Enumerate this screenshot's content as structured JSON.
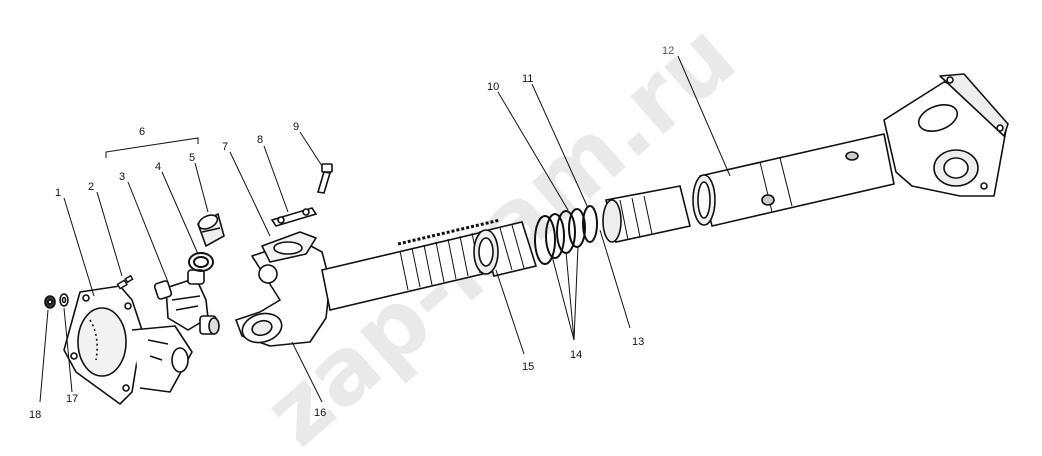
{
  "watermark": "zap-kam.ru",
  "callouts": {
    "c1": "1",
    "c2": "2",
    "c3": "3",
    "c4": "4",
    "c5": "5",
    "c6": "6",
    "c7": "7",
    "c8": "8",
    "c9": "9",
    "c10": "10",
    "c11": "11",
    "c12": "12",
    "c13": "13",
    "c14": "14",
    "c15": "15",
    "c16": "16",
    "c17": "17",
    "c18": "18"
  }
}
